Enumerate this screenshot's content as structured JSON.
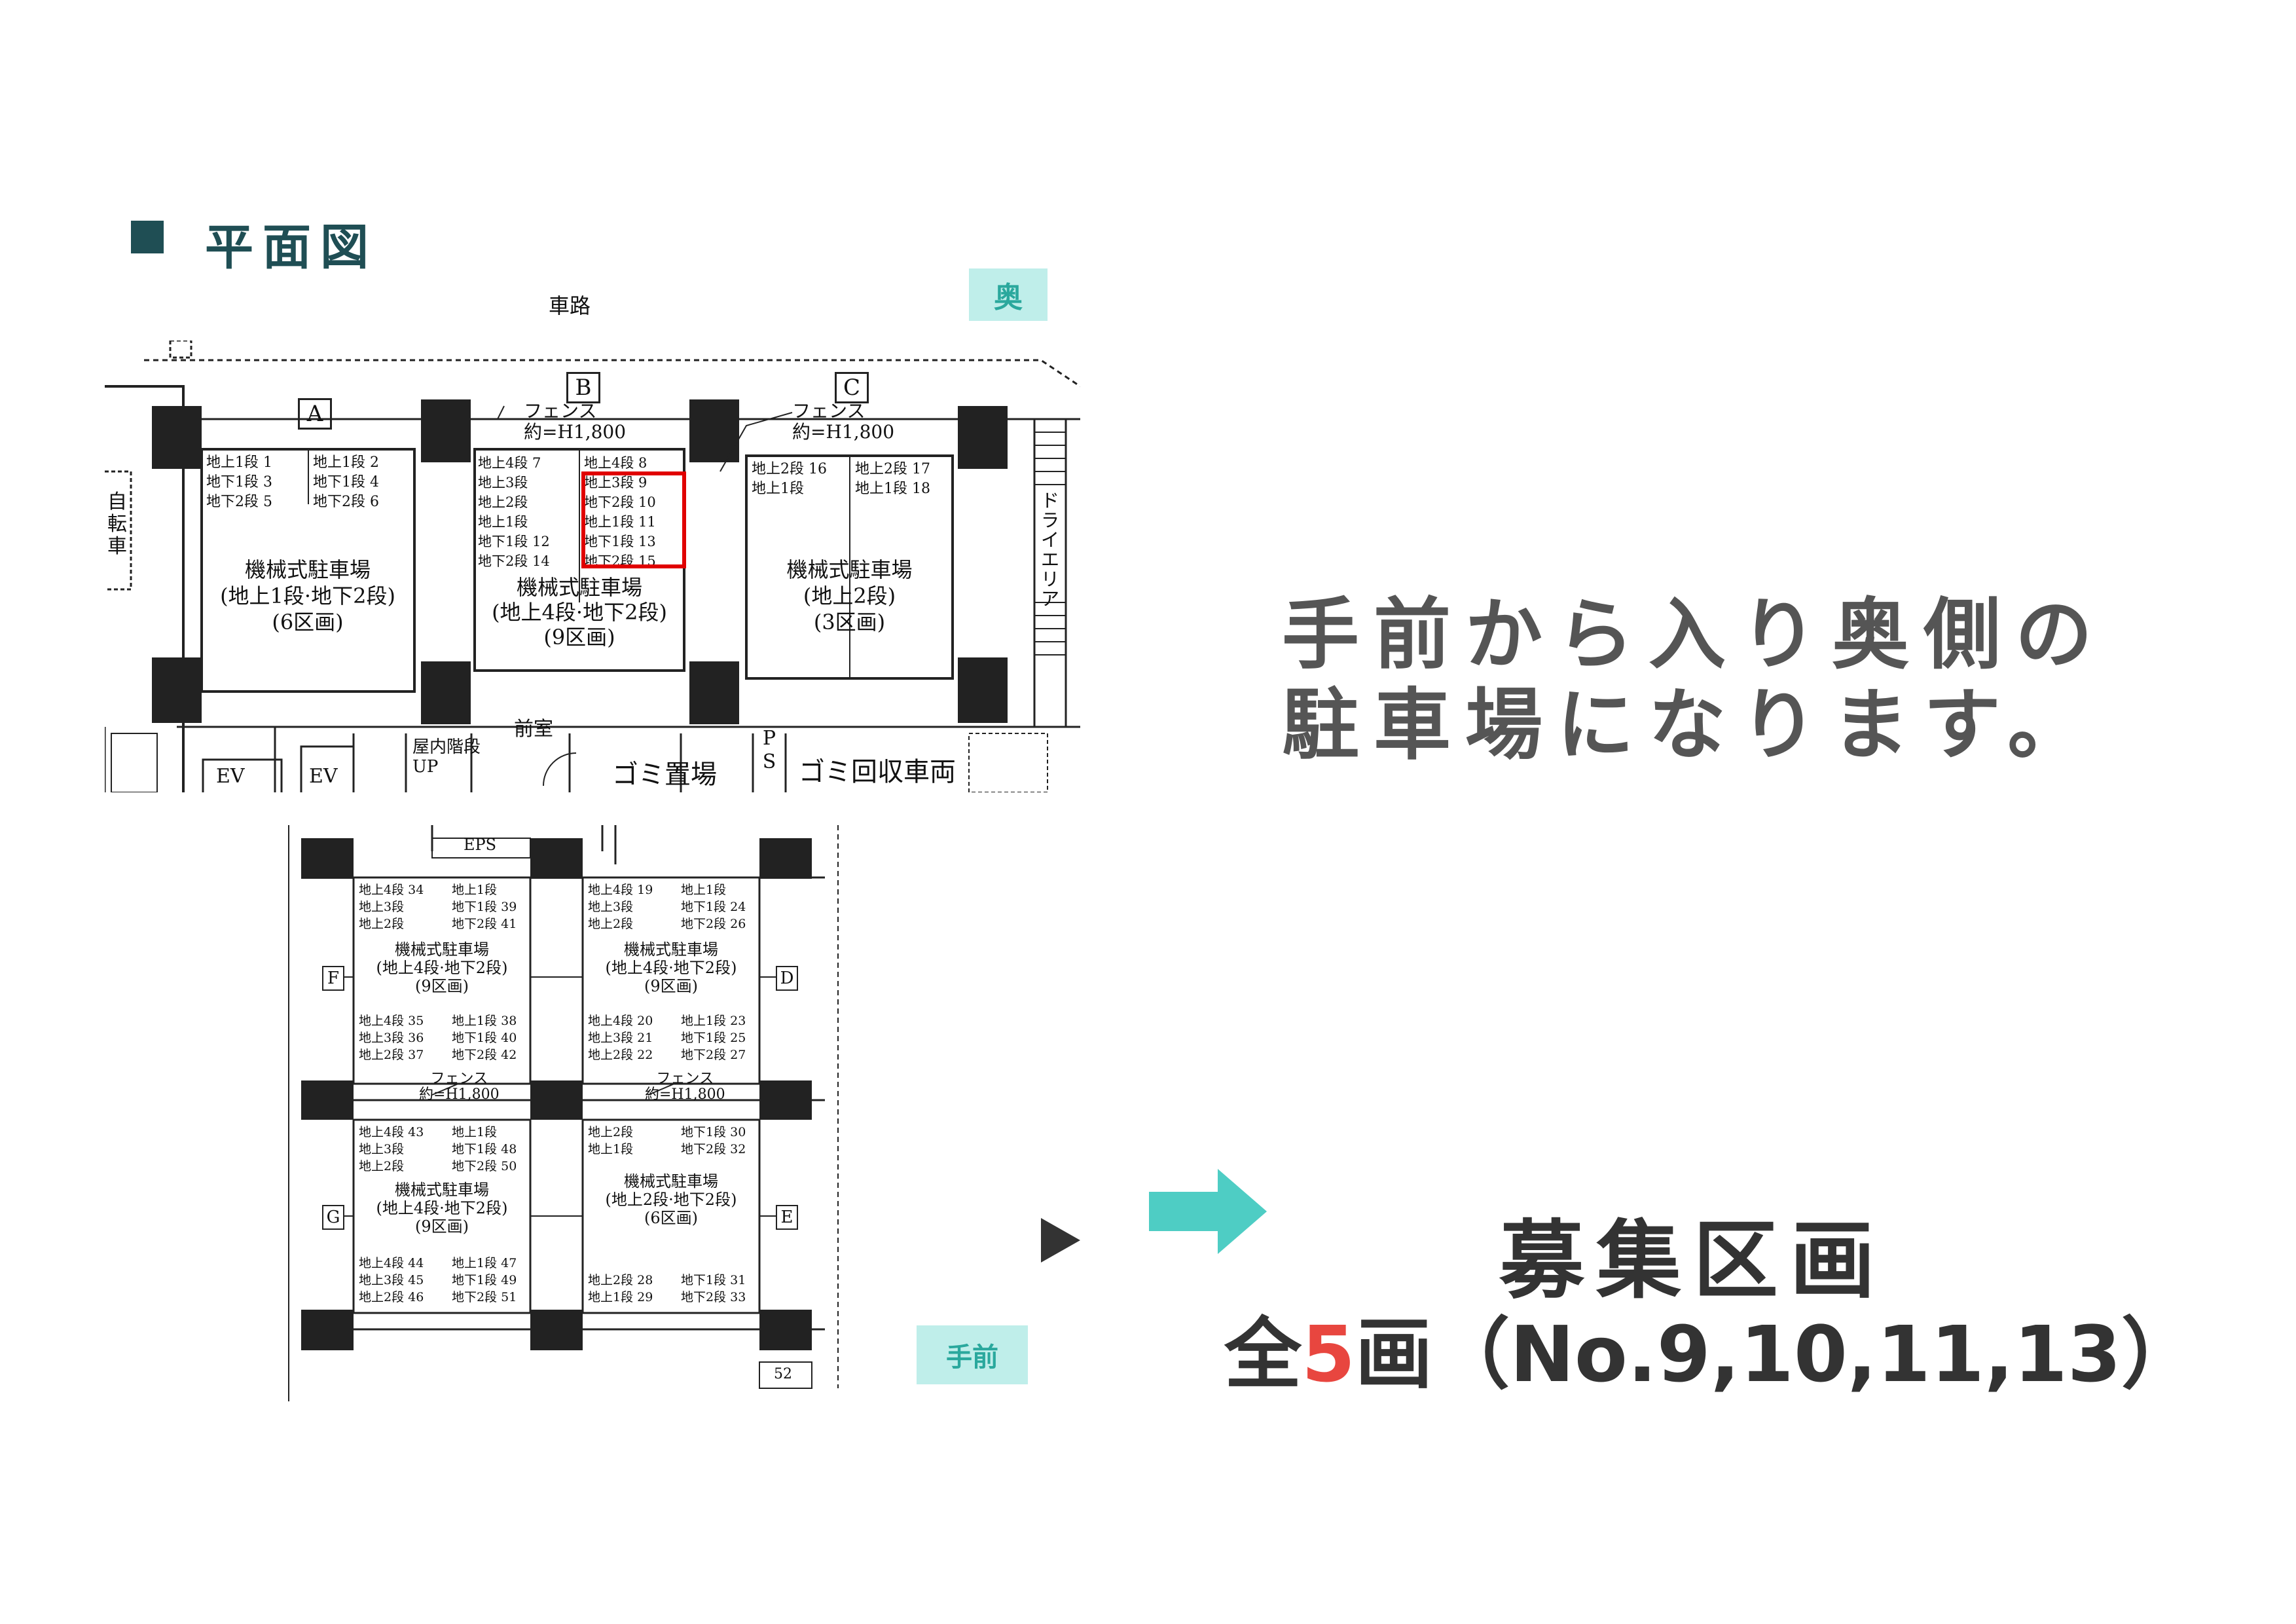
{
  "header": {
    "title": "平面図"
  },
  "tags": {
    "back": "奥",
    "front": "手前"
  },
  "road": "車路",
  "plan_top": {
    "fence_label": "フェンス",
    "fence_height": "約=H1,800",
    "sections": [
      {
        "letter": "A",
        "name": "機械式駐車場",
        "type": "(地上1段·地下2段)",
        "count": "(6区画)",
        "cols": [
          [
            "地上1段 1",
            "地下1段 3",
            "地下2段 5"
          ],
          [
            "地上1段 2",
            "地下1段 4",
            "地下2段 6"
          ]
        ]
      },
      {
        "letter": "B",
        "name": "機械式駐車場",
        "type": "(地上4段·地下2段)",
        "count": "(9区画)",
        "cols": [
          [
            "地上4段 7",
            "地上3段",
            "地上2段",
            "地上1段",
            "地下1段 12",
            "地下2段 14"
          ],
          [
            "地上4段 8",
            "地上3段 9",
            "地下2段 10",
            "地上1段 11",
            "地下1段 13",
            "地下2段 15"
          ]
        ]
      },
      {
        "letter": "C",
        "name": "機械式駐車場",
        "type": "(地上2段)",
        "count": "(3区画)",
        "cols": [
          [
            "地上2段 16",
            "地上1段"
          ],
          [
            "地上2段 17",
            "地上1段 18"
          ]
        ]
      }
    ],
    "side_left": "自転車",
    "side_right": "ドライエリア",
    "bottom_labels": [
      "EV",
      "EV",
      "屋内階段 UP",
      "前室",
      "ゴミ置場",
      "P S",
      "ゴミ回収車両"
    ]
  },
  "plan_bottom": {
    "top_label": "EPS",
    "fence_label": "フェンス",
    "fence_height": "約=H1,800",
    "bottom_number": "52",
    "sections": [
      {
        "letter": "F",
        "name": "機械式駐車場",
        "type": "(地上4段·地下2段)",
        "count": "(9区画)",
        "top": [
          [
            "地上4段 34",
            "地上3段",
            "地上2段"
          ],
          [
            "地上1段",
            "地下1段 39",
            "地下2段 41"
          ]
        ],
        "bottom": [
          [
            "地上4段 35",
            "地上3段 36",
            "地上2段 37"
          ],
          [
            "地上1段 38",
            "地下1段 40",
            "地下2段 42"
          ]
        ]
      },
      {
        "letter": "D",
        "name": "機械式駐車場",
        "type": "(地上4段·地下2段)",
        "count": "(9区画)",
        "top": [
          [
            "地上4段 19",
            "地上3段",
            "地上2段"
          ],
          [
            "地上1段",
            "地下1段 24",
            "地下2段 26"
          ]
        ],
        "bottom": [
          [
            "地上4段 20",
            "地上3段 21",
            "地上2段 22"
          ],
          [
            "地上1段 23",
            "地下1段 25",
            "地下2段 27"
          ]
        ]
      },
      {
        "letter": "G",
        "name": "機械式駐車場",
        "type": "(地上4段·地下2段)",
        "count": "(9区画)",
        "top": [
          [
            "地上4段 43",
            "地上3段",
            "地上2段"
          ],
          [
            "地上1段",
            "地下1段 48",
            "地下2段 50"
          ]
        ],
        "bottom": [
          [
            "地上4段 44",
            "地上3段 45",
            "地上2段 46"
          ],
          [
            "地上1段 47",
            "地下1段 49",
            "地下2段 51"
          ]
        ]
      },
      {
        "letter": "E",
        "name": "機械式駐車場",
        "type": "(地上2段·地下2段)",
        "count": "(6区画)",
        "top": [
          [
            "地上2段",
            "地上1段"
          ],
          [
            "地下1段 30",
            "地下2段 32"
          ]
        ],
        "bottom": [
          [
            "地上2段 28",
            "地上1段 29"
          ],
          [
            "地下1段 31",
            "地下2段 33"
          ]
        ]
      }
    ]
  },
  "message": {
    "line1": "手前から入り奥側の",
    "line2": "駐車場になります。"
  },
  "recruit": {
    "label": "募集区画",
    "prefix": "全",
    "number": "5",
    "suffix": "画",
    "detail": "（No.9,10,11,13）"
  },
  "colors": {
    "accent": "#1f4e54",
    "arrow": "#4ecdc4",
    "highlight": "#e8463f",
    "tag_bg": "#bfeeea"
  }
}
